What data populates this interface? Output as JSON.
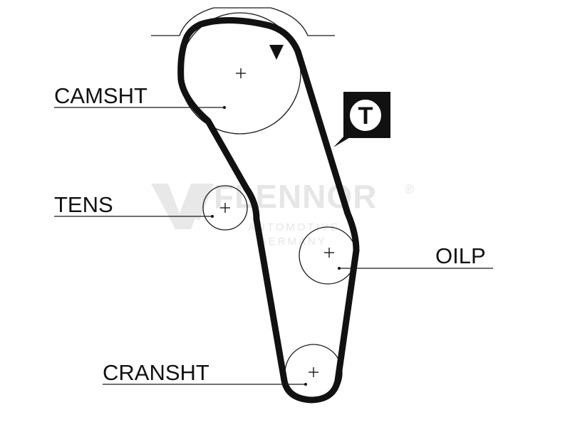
{
  "watermark": {
    "brand": "FLENNOR",
    "registered": "®",
    "line1": "AUTOMOTIVE",
    "line2": "GERMANY"
  },
  "labels": {
    "camshaft": "CAMSHT",
    "tensioner": "TENS",
    "oil_pump": "OILP",
    "crankshaft": "CRANSHT"
  },
  "badge": {
    "letter": "T"
  }
}
